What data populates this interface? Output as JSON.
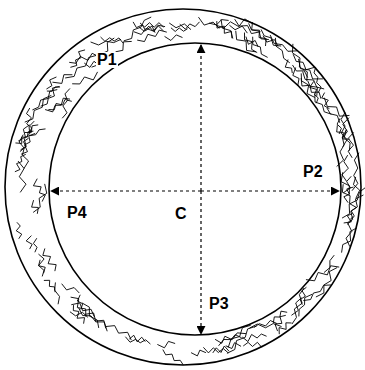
{
  "diagram": {
    "labels": [
      "P1",
      "P2",
      "P3",
      "P4",
      "C"
    ]
  }
}
